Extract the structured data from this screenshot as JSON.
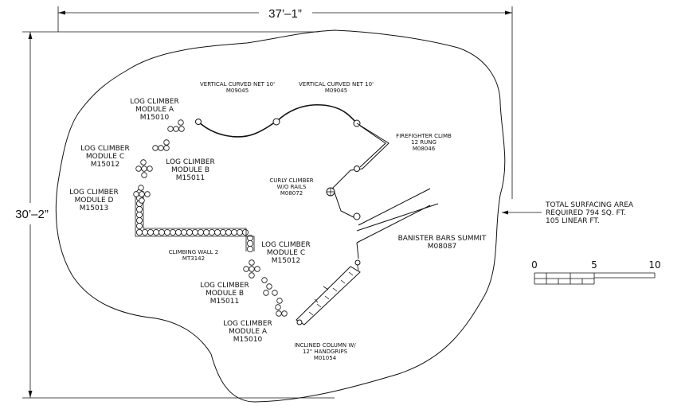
{
  "dimensions": {
    "width_label": "37’–1”",
    "height_label": "30’–2”"
  },
  "labels": {
    "net_left": [
      "VERTICAL CURVED NET 10'",
      "M09045"
    ],
    "net_right": [
      "VERTICAL CURVED NET 10'",
      "M09045"
    ],
    "firefighter": [
      "FIREFIGHTER CLIMB",
      "12 RUNG",
      "M08046"
    ],
    "curly": [
      "CURLY CLIMBER",
      "W/O RAILS",
      "M08072"
    ],
    "banister": [
      "BANISTER BARS SUMMIT",
      "M08087"
    ],
    "inclined": [
      "INCLINED COLUMN W/",
      "12\" HANDGRIPS",
      "M01054"
    ],
    "climbing_wall": [
      "CLIMBING WALL 2",
      "MT3142"
    ],
    "log_a_top": [
      "LOG CLIMBER",
      "MODULE  A",
      "M15010"
    ],
    "log_c_top": [
      "LOG CLIMBER",
      "MODULE  C",
      "M15012"
    ],
    "log_b_top": [
      "LOG CLIMBER",
      "MODULE  B",
      "M15011"
    ],
    "log_d": [
      "LOG CLIMBER",
      "MODULE  D",
      "M15013"
    ],
    "log_c_bottom": [
      "LOG CLIMBER",
      "MODULE  C",
      "M15012"
    ],
    "log_b_bottom": [
      "LOG CLIMBER",
      "MODULE  B",
      "M15011"
    ],
    "log_a_bottom": [
      "LOG CLIMBER",
      "MODULE  A",
      "M15010"
    ]
  },
  "surfacing_note": [
    "TOTAL SURFACING AREA",
    "REQUIRED 794 SQ. FT.",
    "105 LINEAR FT."
  ],
  "scale": {
    "ticks": [
      "0",
      "5",
      "10"
    ]
  }
}
